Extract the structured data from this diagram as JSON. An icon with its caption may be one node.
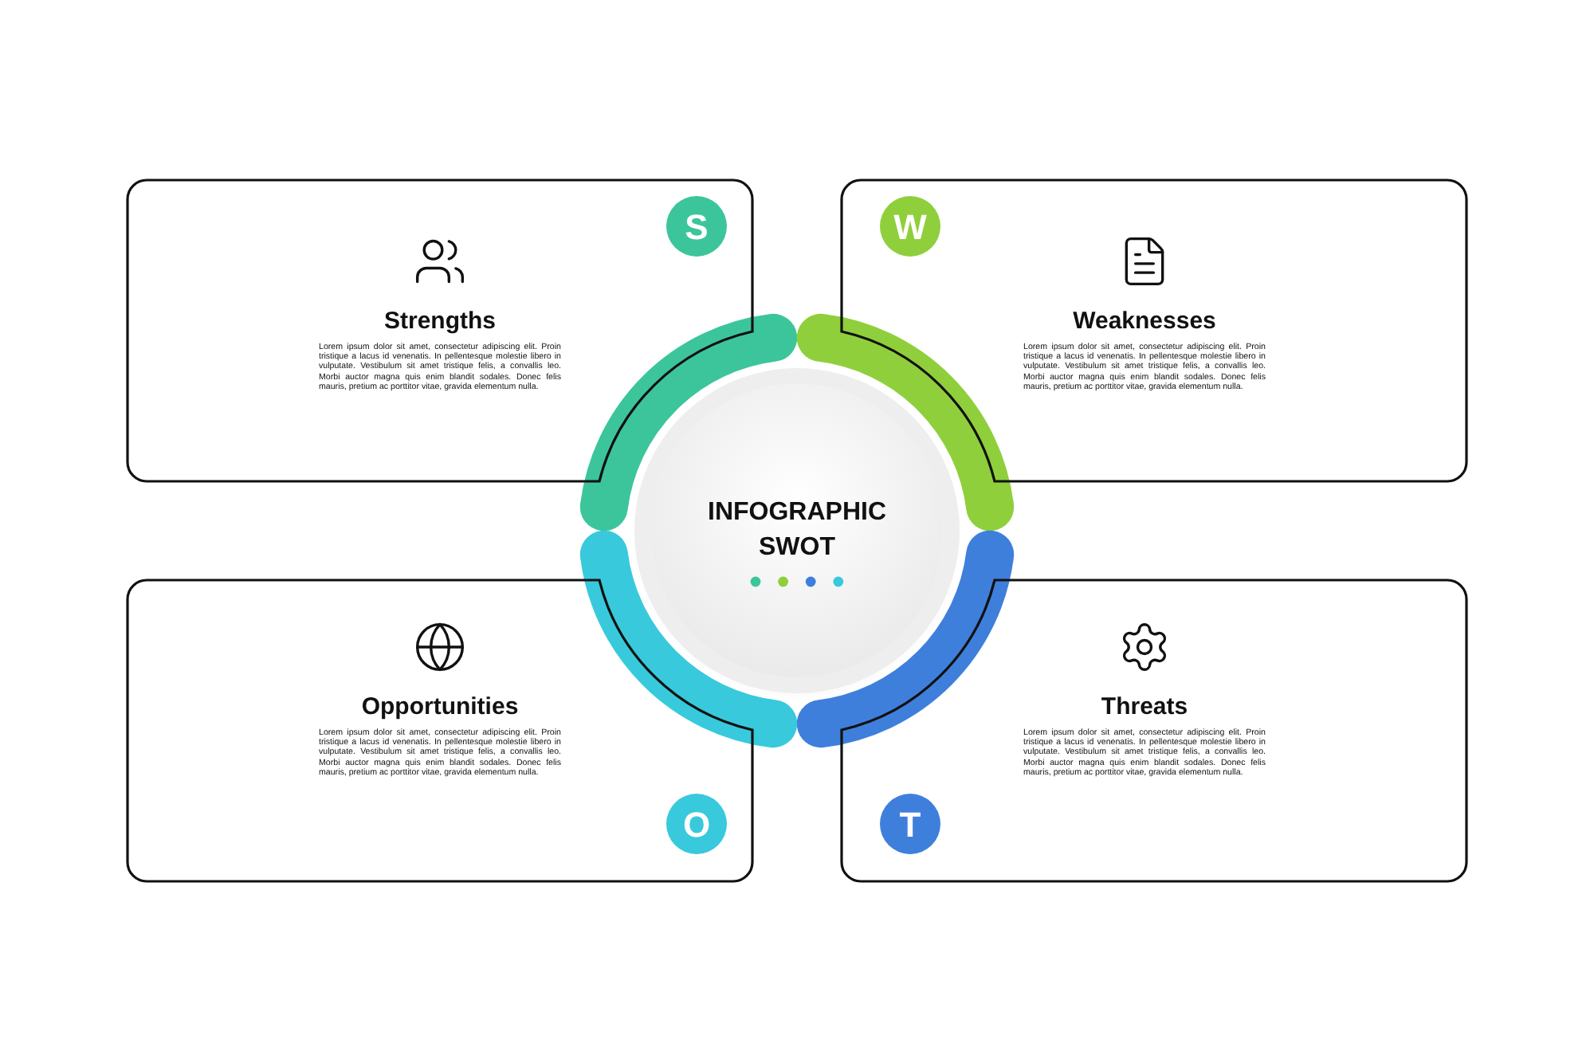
{
  "diagram": {
    "nodes": [
      {
        "text": [
          "INFOGRAPHIC SWOT"
        ]
      },
      {
        "text": [
          "Strengths",
          "Lorem ipsum dolor sit amet, consectetur adipiscing elit. Proin tristique a lacus id venenatis. In pellentesque molestie libero in vulputate. Vestibulum sit amet tristique felis, a convallis leo. Morbi auctor magna quis enim blandit sodales. Donec felis mauris, pretium ac porttitor vitae, gravida elementum nulla."
        ]
      },
      {
        "text": [
          "S"
        ],
        "in": 1
      },
      {
        "text": [
          "Weaknesses",
          "Lorem ipsum dolor sit amet, consectetur adipiscing elit. Proin tristique a lacus id venenatis. In pellentesque molestie libero in vulputate. Vestibulum sit amet tristique felis, a convallis leo. Morbi auctor magna quis enim blandit sodales. Donec felis mauris, pretium ac porttitor vitae, gravida elementum nulla."
        ]
      },
      {
        "text": [
          "W"
        ],
        "in": 3
      },
      {
        "text": [
          "Opportunities",
          "Lorem ipsum dolor sit amet, consectetur adipiscing elit. Proin tristique a lacus id venenatis. In pellentesque molestie libero in vulputate. Vestibulum sit amet tristique felis, a convallis leo. Morbi auctor magna quis enim blandit sodales. Donec felis mauris, pretium ac porttitor vitae, gravida elementum nulla."
        ]
      },
      {
        "text": [
          "O"
        ],
        "in": 5
      },
      {
        "text": [
          "Threats",
          "Lorem ipsum dolor sit amet, consectetur adipiscing elit. Proin tristique a lacus id venenatis. In pellentesque molestie libero in vulputate. Vestibulum sit amet tristique felis, a convallis leo. Morbi auctor magna quis enim blandit sodales. Donec felis mauris, pretium ac porttitor vitae, gravida elementum nulla."
        ]
      },
      {
        "text": [
          "T"
        ],
        "in": 7
      }
    ]
  }
}
